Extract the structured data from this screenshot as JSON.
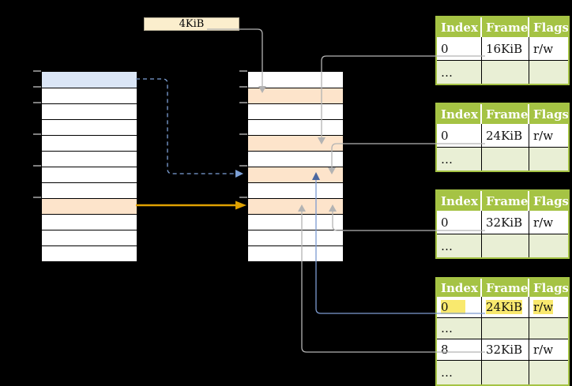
{
  "labels": {
    "page_size": "4KiB"
  },
  "colors": {
    "background": "#000000",
    "row_white": "#ffffff",
    "row_blue": "#dbe6f6",
    "row_orange": "#fde4cb",
    "box_fill": "#fbeecd",
    "box_border": "#b5ad95",
    "table_green": "#a5c344",
    "table_row_green": "#e9efd5",
    "highlight_yellow": "#f9e96e",
    "connector_gray": "#b3b3b3",
    "connector_blue": "#7d9bd1",
    "connector_blue_head": "#4a67a0",
    "connector_dashed_blue": "#7da0d6",
    "connector_orange": "#e0a202",
    "tick_gray": "#7f7f7f"
  },
  "memory_columns": [
    {
      "id": "left-memory-column",
      "rows": [
        "blue",
        "white",
        "white",
        "white",
        "white",
        "white",
        "white",
        "white",
        "orange",
        "white",
        "white",
        "white"
      ],
      "ticks": [
        0,
        1,
        2,
        4,
        6,
        8
      ]
    },
    {
      "id": "middle-memory-column",
      "rows": [
        "white",
        "orange",
        "white",
        "white",
        "orange",
        "white",
        "orange",
        "white",
        "orange",
        "white",
        "white",
        "white"
      ],
      "ticks": [
        0,
        1,
        2,
        4,
        6,
        8
      ]
    }
  ],
  "page_tables": [
    {
      "id": "page-table-1",
      "header": [
        "Index",
        "Frame",
        "Flags"
      ],
      "rows": [
        {
          "cells": [
            "0",
            "16KiB",
            "r/w"
          ],
          "shaded": false,
          "highlight": false
        },
        {
          "cells": [
            "…",
            "",
            ""
          ],
          "shaded": true,
          "highlight": false
        }
      ]
    },
    {
      "id": "page-table-2",
      "header": [
        "Index",
        "Frame",
        "Flags"
      ],
      "rows": [
        {
          "cells": [
            "0",
            "24KiB",
            "r/w"
          ],
          "shaded": false,
          "highlight": false
        },
        {
          "cells": [
            "…",
            "",
            ""
          ],
          "shaded": true,
          "highlight": false
        }
      ]
    },
    {
      "id": "page-table-3",
      "header": [
        "Index",
        "Frame",
        "Flags"
      ],
      "rows": [
        {
          "cells": [
            "0",
            "32KiB",
            "r/w"
          ],
          "shaded": false,
          "highlight": false
        },
        {
          "cells": [
            "…",
            "",
            ""
          ],
          "shaded": true,
          "highlight": false
        }
      ]
    },
    {
      "id": "page-table-4",
      "header": [
        "Index",
        "Frame",
        "Flags"
      ],
      "rows": [
        {
          "cells": [
            "0",
            "24KiB",
            "r/w"
          ],
          "shaded": false,
          "highlight": true
        },
        {
          "cells": [
            "…",
            "",
            ""
          ],
          "shaded": true,
          "highlight": false
        },
        {
          "cells": [
            "8",
            "32KiB",
            "r/w"
          ],
          "shaded": false,
          "highlight": false
        },
        {
          "cells": [
            "…",
            "",
            ""
          ],
          "shaded": true,
          "highlight": false
        }
      ]
    }
  ],
  "connectors": [
    {
      "id": "size-label-arrow",
      "from": "4KiB size label",
      "to": "frame at 4KiB",
      "style": "gray"
    },
    {
      "id": "pt1-frame-arrow",
      "from": "page-table-1 entry 0 (16KiB)",
      "to": "frame at 16KiB",
      "style": "gray"
    },
    {
      "id": "pt2-frame-arrow",
      "from": "page-table-2 entry 0 (24KiB)",
      "to": "frame at 24KiB",
      "style": "gray"
    },
    {
      "id": "pt3-frame-arrow",
      "from": "page-table-3 entry 0 (32KiB)",
      "to": "frame at 32KiB",
      "style": "gray"
    },
    {
      "id": "pt4-entry0-arrow",
      "from": "page-table-4 entry 0 (24KiB, highlighted)",
      "to": "frame at 24KiB",
      "style": "blue"
    },
    {
      "id": "pt4-entry8-arrow",
      "from": "page-table-4 entry 8 (32KiB)",
      "to": "frame at 32KiB",
      "style": "gray"
    },
    {
      "id": "blue-page-arrow",
      "from": "blue page (left column)",
      "to": "frame at 24KiB",
      "style": "dashed-blue"
    },
    {
      "id": "orange-page-arrow",
      "from": "orange page (left column)",
      "to": "frame at 32KiB",
      "style": "orange"
    }
  ]
}
